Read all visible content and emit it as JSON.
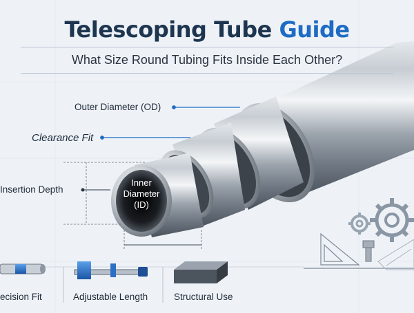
{
  "header": {
    "title_main": "Telescoping Tube ",
    "title_accent": "Guide",
    "subtitle": "What Size Round Tubing Fits Inside Each Other?"
  },
  "callouts": {
    "outer_diameter": "Outer Diameter (OD)",
    "clearance_fit": "Clearance Fit",
    "insertion_depth": "Insertion Depth"
  },
  "inner_label": {
    "line1": "Inner",
    "line2": "Diameter",
    "line3": "(ID)"
  },
  "features": {
    "precision": "ecision Fit",
    "adjustable": "Adjustable Length",
    "structural": "Structural Use"
  },
  "colors": {
    "title_dark": "#1e3550",
    "title_accent": "#1d6bc4",
    "callout_line": "#1d6bc4",
    "steel_light": "#e9edf1",
    "steel_dark": "#4f5a66"
  },
  "icons": [
    "gear-icon",
    "gear-icon",
    "triangle-ruler-icon",
    "bolt-icon",
    "blue-cylinder-icon",
    "caliper-icon",
    "steel-beam-icon"
  ]
}
